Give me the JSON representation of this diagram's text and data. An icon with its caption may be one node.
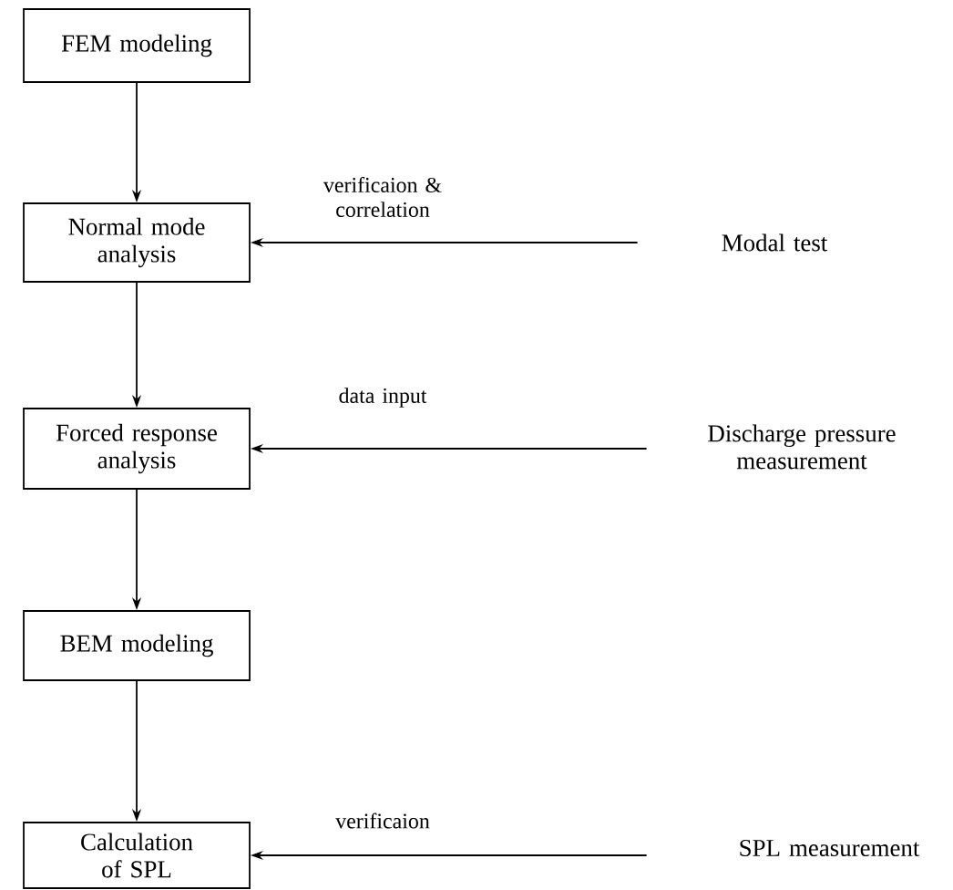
{
  "diagram": {
    "nodes": [
      {
        "text": [
          "FEM modeling"
        ]
      },
      {
        "text": [
          "Normal mode analysis"
        ]
      },
      {
        "text": [
          "Forced response analysis"
        ]
      },
      {
        "text": [
          "BEM modeling"
        ]
      },
      {
        "text": [
          "Calculation of SPL"
        ]
      },
      {
        "text": [
          "Modal test"
        ]
      },
      {
        "text": [
          "Discharge pressure measurement"
        ]
      },
      {
        "text": [
          "SPL measurement"
        ]
      }
    ],
    "edges": [
      {
        "from": 0,
        "to": 1,
        "arrow": "to"
      },
      {
        "from": 1,
        "to": 2,
        "arrow": "to"
      },
      {
        "from": 2,
        "to": 3,
        "arrow": "to"
      },
      {
        "from": 3,
        "to": 4,
        "arrow": "to"
      },
      {
        "from": 5,
        "to": 1,
        "arrow": "to",
        "label": "verificaion & correlation"
      },
      {
        "from": 6,
        "to": 2,
        "arrow": "to",
        "label": "data input"
      },
      {
        "from": 7,
        "to": 4,
        "arrow": "to",
        "label": "verificaion"
      }
    ]
  }
}
